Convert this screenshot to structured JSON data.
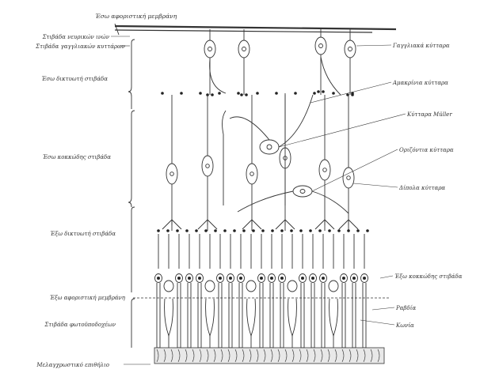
{
  "diagram": {
    "title": "Έσω αφοριστική μεμβράνη",
    "left_labels": {
      "nerve_fiber_layer": "Στιβάδα νευρικών ινών",
      "ganglion_cell_layer": "Στιβάδα γαγγλιακών κυττάρων",
      "inner_plexiform": "Έσω δικτυωτή στιβάδα",
      "inner_nuclear": "Έσω κοκκώδης στιβάδα",
      "outer_plexiform": "Έξω δικτυωτή στιβάδα",
      "outer_limiting": "Έξω αφοριστική μεμβράνη",
      "photoreceptor_layer": "Στιβάδα φωτοϋποδοχέων",
      "pigment_epithelium": "Μελαγχρωστικό επιθήλιο"
    },
    "right_labels": {
      "ganglion_cells": "Γαγγλιακά κύτταρα",
      "amacrine_cells": "Αμακρίνια κύτταρα",
      "muller_cells": "Κύτταρα Müller",
      "horizontal_cells": "Οριζόντια κύτταρα",
      "bipolar_cells": "Δίπολα κύτταρα",
      "outer_nuclear": "Έξω κοκκώδης στιβάδα",
      "rods": "Ραβδία",
      "cones": "Κωνία"
    }
  }
}
